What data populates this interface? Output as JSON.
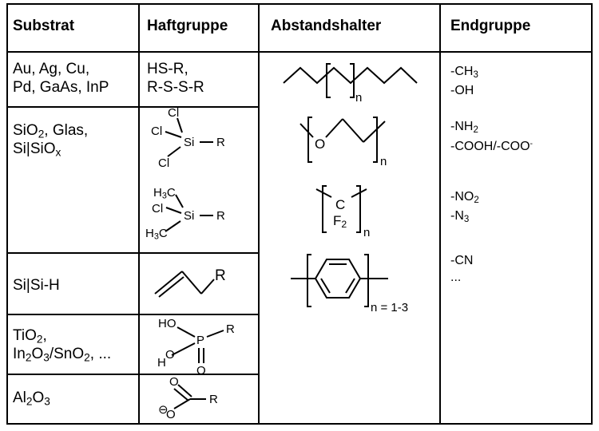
{
  "headers": {
    "substrate": "Substrat",
    "anchor": "Haftgruppe",
    "spacer": "Abstandshalter",
    "end": "Endgruppe"
  },
  "substrates": {
    "row1_line1": "Au, Ag, Cu,",
    "row1_line2": "Pd, GaAs, InP",
    "row2_a": "SiO",
    "row2_a_sub": "2",
    "row2_b": ", Glas,",
    "row2_c": "Si|SiO",
    "row2_c_sub": "x",
    "row3": "Si|Si-H",
    "row4_a": "TiO",
    "row4_a_sub": "2",
    "row4_b1": "In",
    "row4_b1_sub": "2",
    "row4_b2": "O",
    "row4_b2_sub": "3",
    "row4_b3": "/SnO",
    "row4_b3_sub": "2",
    "row4_b4": ", ...",
    "row5_a": "Al",
    "row5_a_sub": "2",
    "row5_b": "O",
    "row5_b_sub": "3"
  },
  "anchors": {
    "thiol": "HS-R,",
    "disulfide": "R-S-S-R",
    "cl": "Cl",
    "si": "Si",
    "r": "R",
    "h3c": "H",
    "h3c_sub": "3",
    "h3c_c": "C",
    "ho": "HO",
    "h": "H",
    "o": "O",
    "p": "P",
    "ominus": "O",
    "minus": "⊖"
  },
  "spacers": {
    "n": "n",
    "o": "O",
    "c": "C",
    "f": "F",
    "f_sub": "2",
    "n_range": "n = 1-3"
  },
  "end_groups": {
    "ch3_a": "-CH",
    "ch3_sub": "3",
    "oh": "-OH",
    "nh2_a": "-NH",
    "nh2_sub": "2",
    "cooh": "-COOH/-COO",
    "cooh_sup": "-",
    "no2_a": "-NO",
    "no2_sub": "2",
    "n3_a": "-N",
    "n3_sub": "3",
    "cn": "-CN",
    "ellipsis": "..."
  }
}
